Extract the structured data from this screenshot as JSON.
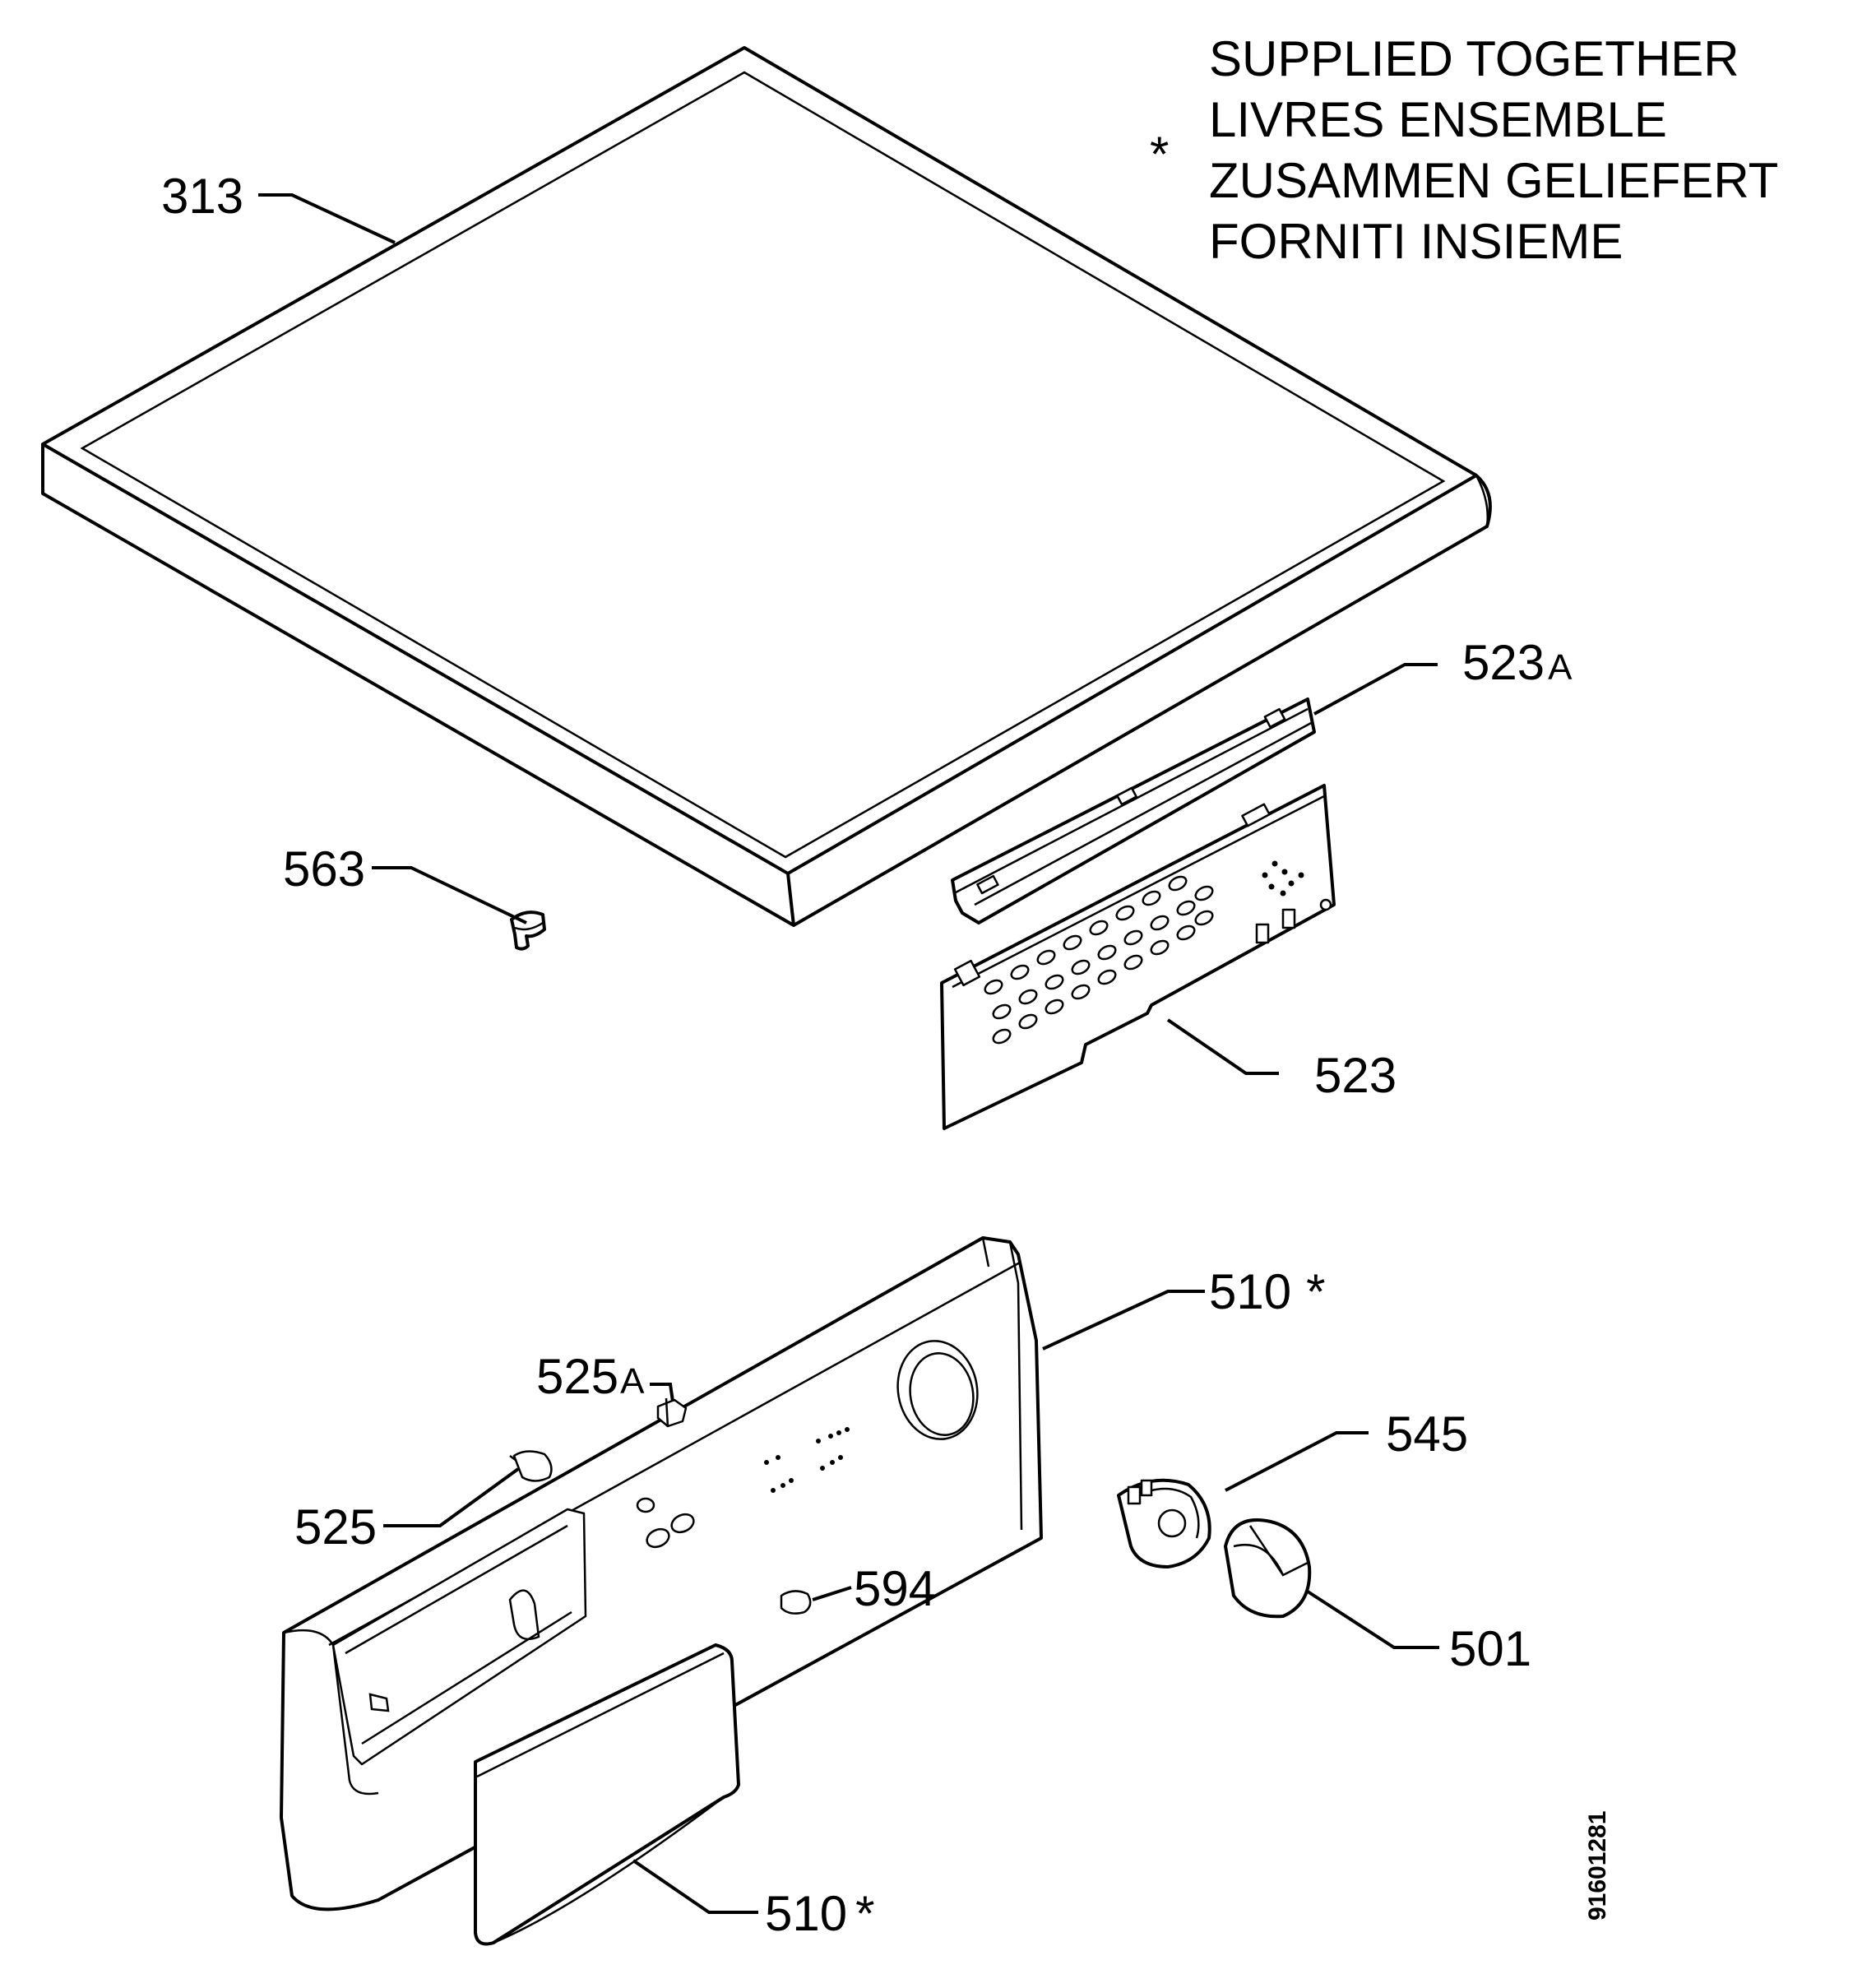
{
  "note": {
    "asterisk": "*",
    "lines": [
      "SUPPLIED TOGETHER",
      "LIVRES ENSEMBLE",
      "ZUSAMMEN GELIEFERT",
      "FORNITI INSIEME"
    ]
  },
  "labels": {
    "p313": "313",
    "p523A": "523",
    "p523A_suffix": "A",
    "p563": "563",
    "p523": "523",
    "p510_top": "510",
    "p525A": "525",
    "p525A_suffix": "A",
    "p545": "545",
    "p525": "525",
    "p594": "594",
    "p501": "501",
    "p510_bottom": "510",
    "asterisk": "*"
  },
  "drawing_code": "91601281"
}
